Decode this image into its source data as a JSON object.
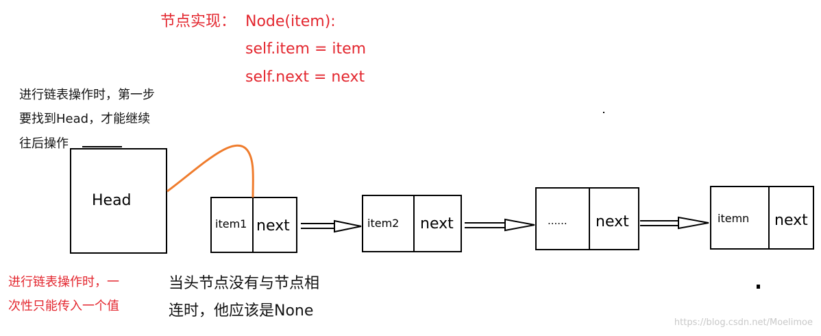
{
  "header": {
    "title_label": "节点实现：",
    "code_lines": [
      "Node(item):",
      "self.item = item",
      "self.next = next"
    ]
  },
  "notes": {
    "top_left": [
      "进行链表操作时，第一步",
      "要找到Head，才能继续",
      "往后操作"
    ],
    "bottom_left": [
      "进行链表操作时，一",
      "次性只能传入一个值"
    ],
    "bottom_middle": [
      "当头节点没有与节点相",
      "连时，他应该是None"
    ]
  },
  "diagram": {
    "head_label": "Head",
    "nodes": [
      {
        "item": "item1",
        "next": "next"
      },
      {
        "item": "item2",
        "next": "next"
      },
      {
        "item": "......",
        "next": "next"
      },
      {
        "item": "itemn",
        "next": "next"
      }
    ]
  },
  "colors": {
    "title": "#e3262e",
    "pointer": "#ef7c2d",
    "outline": "#000000"
  },
  "watermark": "https://blog.csdn.net/Moelimoe"
}
